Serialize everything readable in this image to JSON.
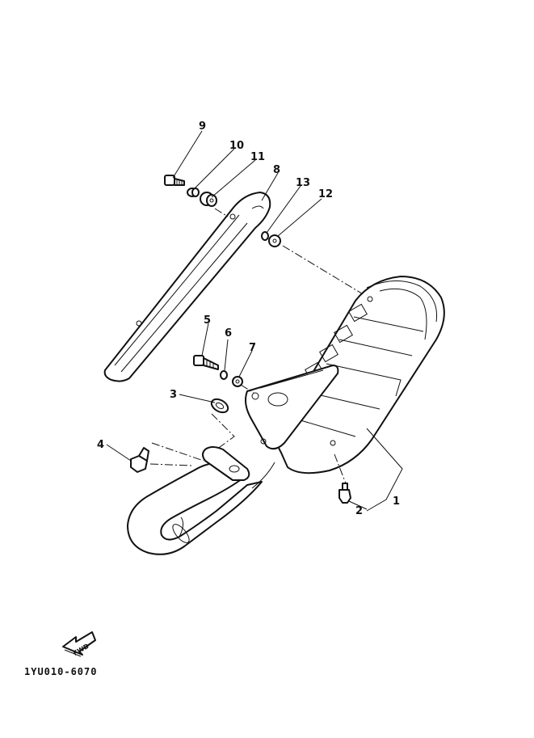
{
  "diagram": {
    "drawing_code": "1YU010-6070",
    "fwd_label": "FWD",
    "callouts": [
      {
        "id": "1",
        "label": "1"
      },
      {
        "id": "2",
        "label": "2"
      },
      {
        "id": "3",
        "label": "3"
      },
      {
        "id": "4",
        "label": "4"
      },
      {
        "id": "5",
        "label": "5"
      },
      {
        "id": "6",
        "label": "6"
      },
      {
        "id": "7",
        "label": "7"
      },
      {
        "id": "8",
        "label": "8"
      },
      {
        "id": "9",
        "label": "9"
      },
      {
        "id": "10",
        "label": "10"
      },
      {
        "id": "11",
        "label": "11"
      },
      {
        "id": "12",
        "label": "12"
      },
      {
        "id": "13",
        "label": "13"
      }
    ]
  }
}
